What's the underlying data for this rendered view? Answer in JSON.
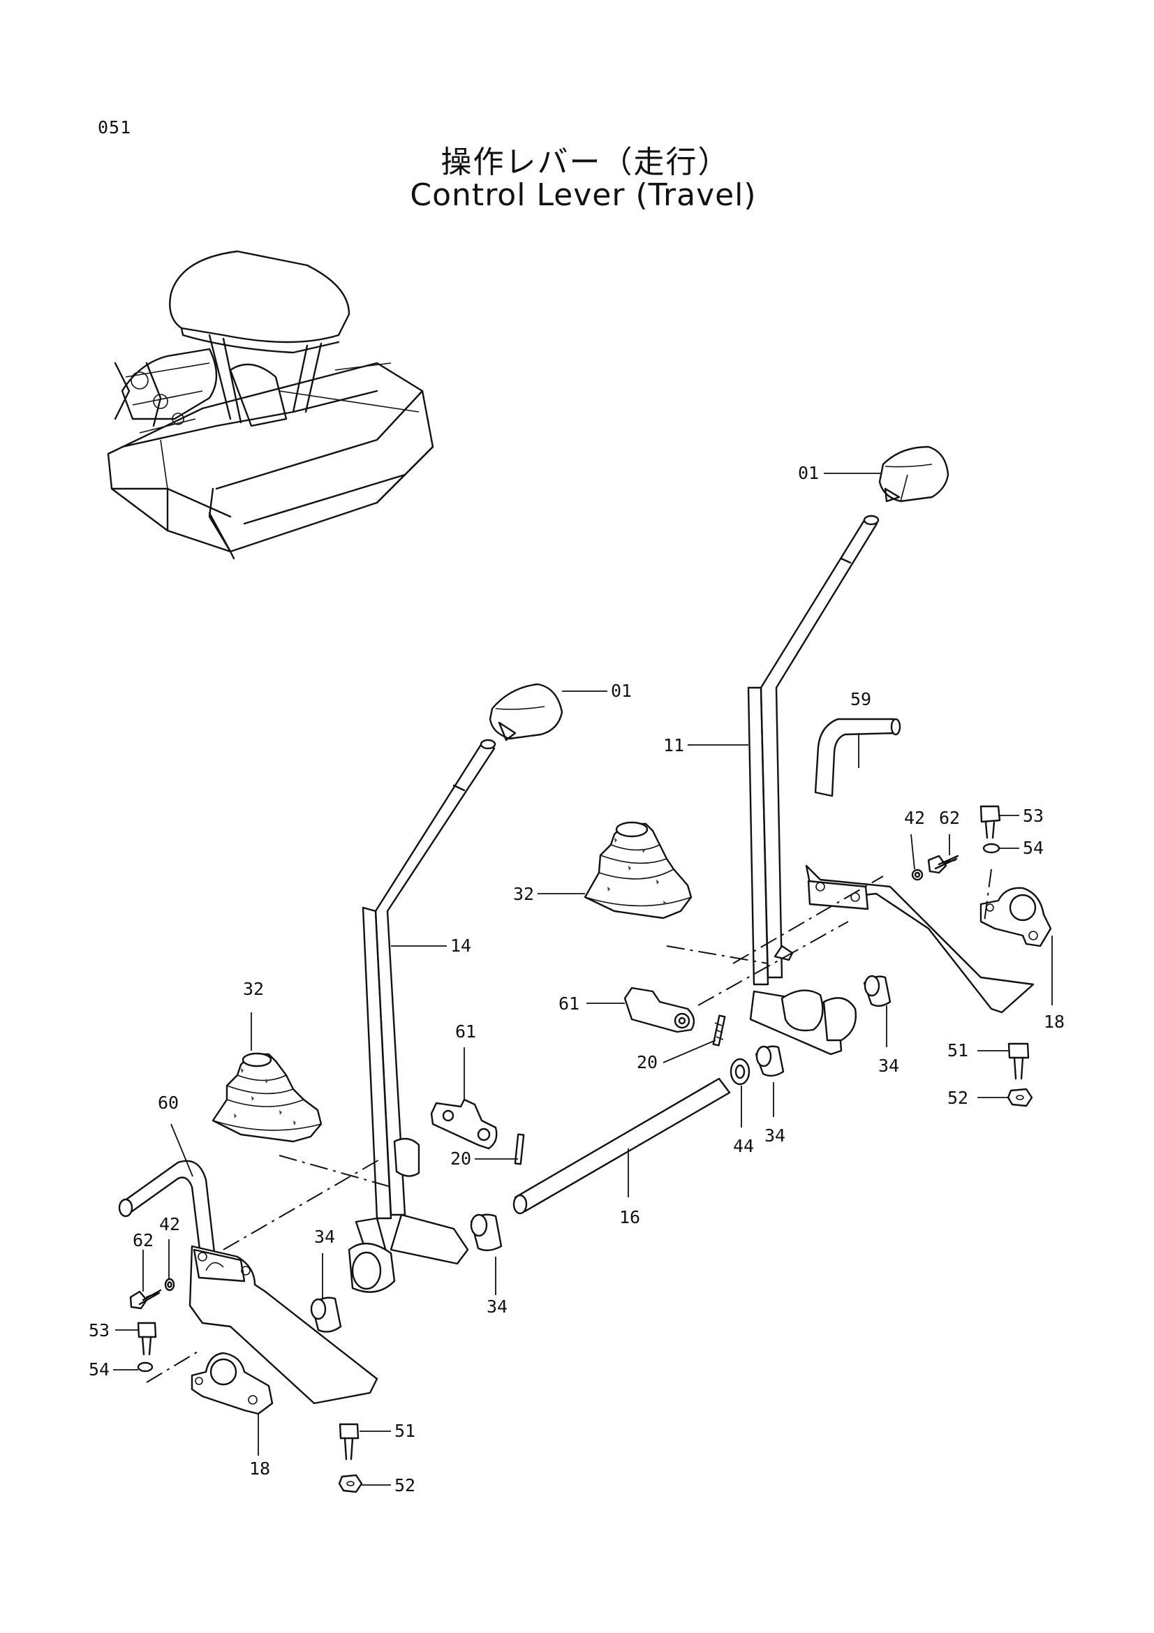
{
  "page": {
    "number": "051",
    "title_jp": "操作レバー（走行）",
    "title_en": "Control Lever (Travel)"
  },
  "callouts": {
    "right_knob": "01",
    "left_knob": "01",
    "right_lever": "11",
    "left_lever": "14",
    "right_pedal_rod": "59",
    "left_pedal_rod": "60",
    "right_washer": "42",
    "left_washer": "42",
    "right_bolt": "62",
    "left_bolt": "62",
    "right_cap_screw": "53",
    "left_cap_screw": "53",
    "right_lock_washer": "54",
    "left_lock_washer": "54",
    "right_boot": "32",
    "left_boot": "32",
    "right_bracket": "61",
    "left_bracket": "61",
    "right_pin": "20",
    "left_pin": "20",
    "right_bearing": "18",
    "left_bearing": "18",
    "right_bushing_a": "34",
    "right_bushing_b": "34",
    "left_bushing_a": "34",
    "left_bushing_b": "34",
    "shaft": "16",
    "shim": "44",
    "right_bolt_51": "51",
    "left_bolt_51": "51",
    "right_nut": "52",
    "left_nut": "52"
  }
}
